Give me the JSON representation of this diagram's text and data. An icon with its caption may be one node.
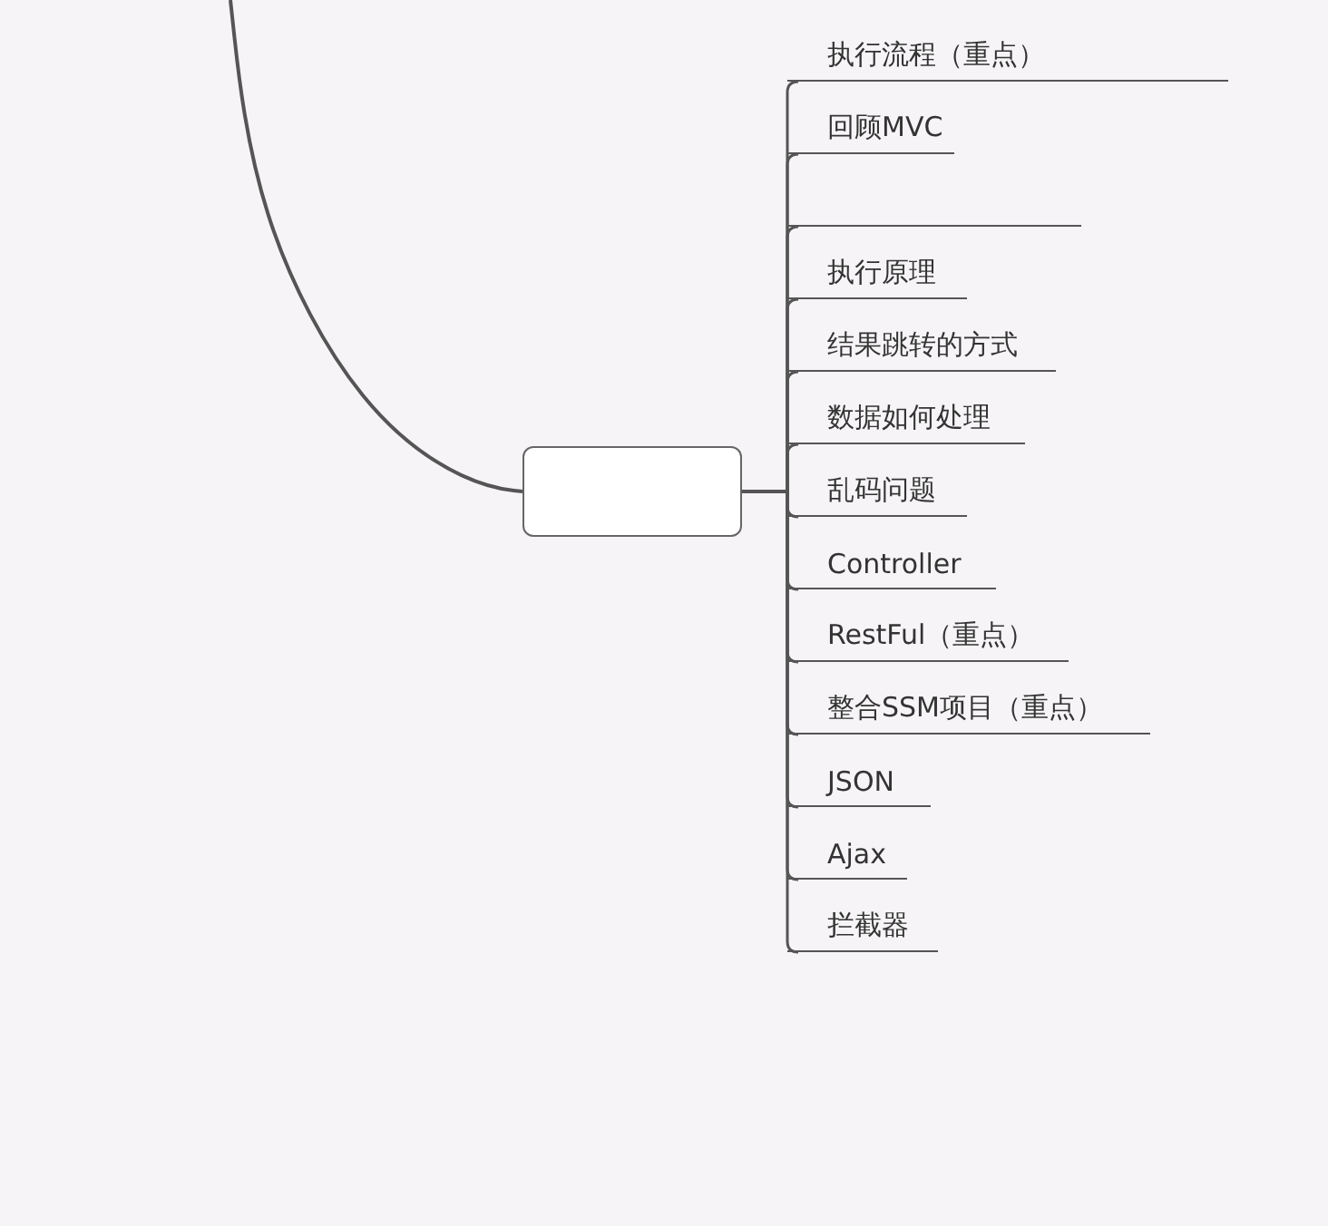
{
  "diagram": {
    "nodes": [
      {
        "text": [],
        "shape": "box"
      },
      {
        "text": [
          "执行流程（重点）"
        ]
      },
      {
        "text": [
          "回顾MVC"
        ]
      },
      {
        "text": [],
        "shape": "line"
      },
      {
        "text": [
          "执行原理"
        ]
      },
      {
        "text": [
          "结果跳转的方式"
        ]
      },
      {
        "text": [
          "数据如何处理"
        ]
      },
      {
        "text": [
          "乱码问题"
        ]
      },
      {
        "text": [
          "Controller"
        ]
      },
      {
        "text": [
          "RestFul（重点）"
        ]
      },
      {
        "text": [
          "整合SSM项目（重点）"
        ]
      },
      {
        "text": [
          "JSON"
        ]
      },
      {
        "text": [
          "Ajax"
        ]
      },
      {
        "text": [
          "拦截器"
        ]
      }
    ],
    "edges": [
      {
        "from": null,
        "to": 0,
        "arrow": "none"
      },
      {
        "from": 0,
        "to": 1,
        "arrow": "none"
      },
      {
        "from": 0,
        "to": 2,
        "arrow": "none"
      },
      {
        "from": 0,
        "to": 3,
        "arrow": "none"
      },
      {
        "from": 0,
        "to": 4,
        "arrow": "none"
      },
      {
        "from": 0,
        "to": 5,
        "arrow": "none"
      },
      {
        "from": 0,
        "to": 6,
        "arrow": "none"
      },
      {
        "from": 0,
        "to": 7,
        "arrow": "none"
      },
      {
        "from": 0,
        "to": 8,
        "arrow": "none"
      },
      {
        "from": 0,
        "to": 9,
        "arrow": "none"
      },
      {
        "from": 0,
        "to": 10,
        "arrow": "none"
      },
      {
        "from": 0,
        "to": 11,
        "arrow": "none"
      },
      {
        "from": 0,
        "to": 12,
        "arrow": "none"
      },
      {
        "from": 0,
        "to": 13,
        "arrow": "none"
      }
    ]
  }
}
